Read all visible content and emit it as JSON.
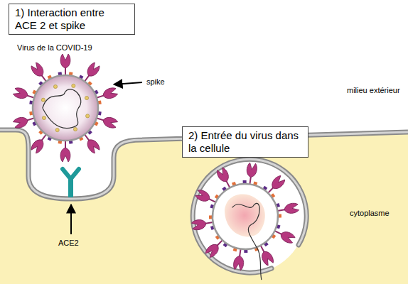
{
  "diagram": {
    "nodes": [
      {
        "text": [
          "1) Interaction entre ACE 2 et spike"
        ]
      },
      {
        "text": [
          "2) Entrée du virus dans la cellule"
        ]
      }
    ],
    "labels": [
      "Virus de la COVID-19",
      "spike",
      "milieu extérieur",
      "cytoplasme",
      "ACE2"
    ]
  }
}
